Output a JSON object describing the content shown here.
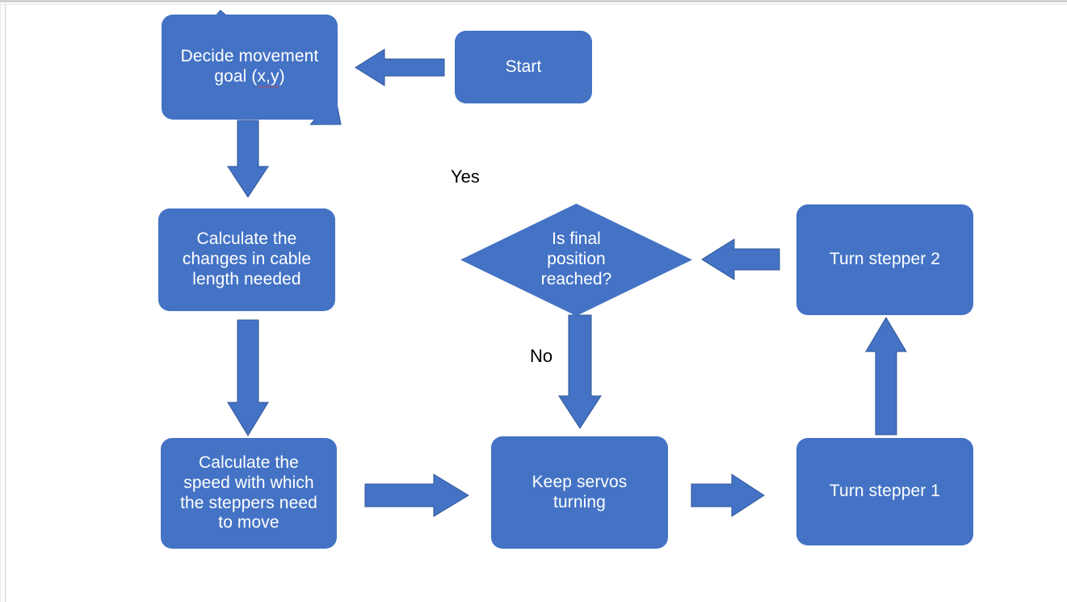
{
  "diagram": {
    "title": "Robot cable-driven motion control flowchart",
    "colors": {
      "shape_fill": "#4473c5",
      "shape_outline": "#2f5597",
      "shape_text": "#ffffff",
      "label_text": "#000000",
      "canvas": "#ffffff",
      "rule": "#d0d0d0",
      "spellcheck": "#e03a3a"
    },
    "nodes": {
      "start": {
        "label": "Start",
        "shape": "rounded-rectangle"
      },
      "decide_goal": {
        "label_prefix": "Decide movement\ngoal (",
        "label_misspelled": "x,y",
        "label_suffix": ")",
        "label_full": "Decide movement goal (x,y)",
        "shape": "rounded-rectangle"
      },
      "calc_cable": {
        "label": "Calculate the\nchanges in cable\nlength needed",
        "shape": "rounded-rectangle"
      },
      "calc_speed": {
        "label": "Calculate the\nspeed with which\nthe steppers need\nto move",
        "shape": "rounded-rectangle"
      },
      "keep_servos": {
        "label": "Keep servos\nturning",
        "shape": "rounded-rectangle"
      },
      "turn_stepper_1": {
        "label": "Turn stepper 1",
        "shape": "rounded-rectangle"
      },
      "turn_stepper_2": {
        "label": "Turn stepper 2",
        "shape": "rounded-rectangle"
      },
      "decision": {
        "label": "Is final\nposition\nreached?",
        "shape": "diamond"
      }
    },
    "branch_labels": {
      "yes": "Yes",
      "no": "No"
    },
    "edges": [
      {
        "from": "start",
        "to": "decide_goal",
        "direction": "left",
        "label": ""
      },
      {
        "from": "decide_goal",
        "to": "calc_cable",
        "direction": "down",
        "label": ""
      },
      {
        "from": "calc_cable",
        "to": "calc_speed",
        "direction": "down",
        "label": ""
      },
      {
        "from": "calc_speed",
        "to": "keep_servos",
        "direction": "right",
        "label": ""
      },
      {
        "from": "keep_servos",
        "to": "turn_stepper_1",
        "direction": "right",
        "label": ""
      },
      {
        "from": "turn_stepper_1",
        "to": "turn_stepper_2",
        "direction": "up",
        "label": ""
      },
      {
        "from": "turn_stepper_2",
        "to": "decision",
        "direction": "left",
        "label": ""
      },
      {
        "from": "decision",
        "to": "decide_goal",
        "direction": "up-left-diagonal",
        "label": "Yes"
      },
      {
        "from": "decision",
        "to": "keep_servos",
        "direction": "down",
        "label": "No"
      }
    ]
  }
}
